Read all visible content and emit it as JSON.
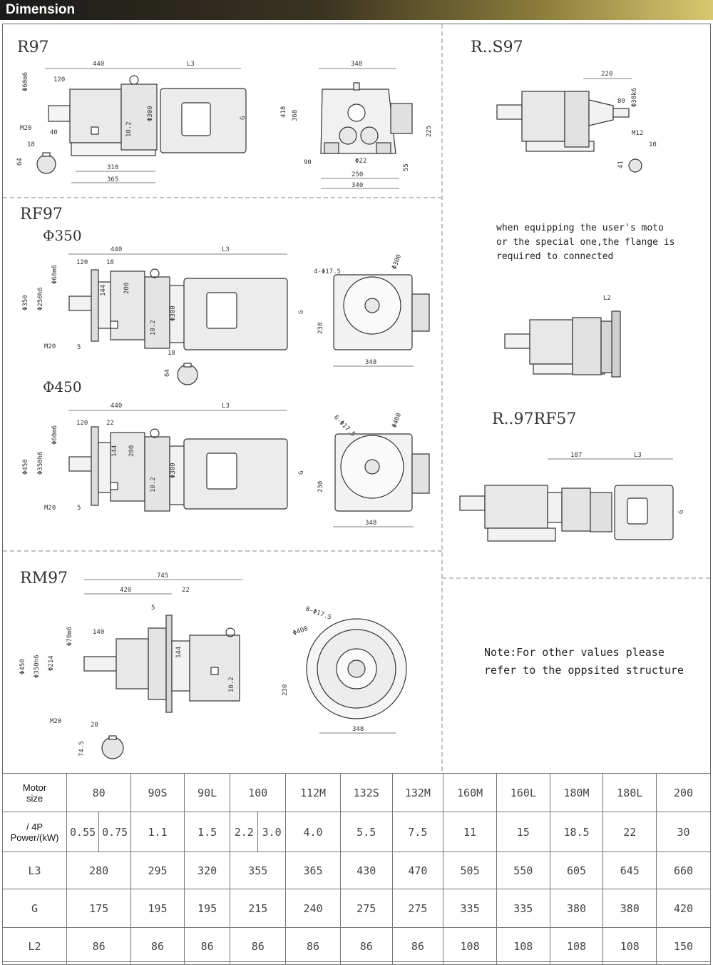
{
  "header": {
    "title": "Dimension"
  },
  "labels": {
    "r97": "R97",
    "rs97": "R..S97",
    "rf97": "RF97",
    "phi350": "Φ350",
    "phi450": "Φ450",
    "r97rf57": "R..97RF57",
    "rm97": "RM97"
  },
  "notes": {
    "flange": "when equipping the user's moto\nor the special one,the flange is\nrequired to connected",
    "other": "Note:For other values please\nrefer to the oppsited structure"
  },
  "dims": {
    "r97": [
      "440",
      "L3",
      "120",
      "Φ60m6",
      "M20",
      "40",
      "18",
      "64",
      "310",
      "365",
      "10.2",
      "Φ300",
      "G",
      "348",
      "418",
      "368",
      "225",
      "90",
      "Φ22",
      "250",
      "340",
      "55"
    ],
    "rs97": [
      "220",
      "80",
      "Φ38k6",
      "M12",
      "10",
      "41"
    ],
    "rf97_350": [
      "440",
      "L3",
      "120",
      "18",
      "Φ60m6",
      "Φ350",
      "Φ250h6",
      "144",
      "200",
      "Φ300",
      "10.2",
      "G",
      "M20",
      "5",
      "18",
      "64",
      "4-Φ17.5",
      "Φ300",
      "230",
      "348"
    ],
    "rf97_450": [
      "440",
      "L3",
      "120",
      "22",
      "Φ60m6",
      "Φ450",
      "Φ350h6",
      "144",
      "200",
      "Φ300",
      "10.2",
      "G",
      "M20",
      "5",
      "6-Φ17.5",
      "Φ400",
      "230",
      "348"
    ],
    "l2": "L2",
    "r97rf57": [
      "187",
      "L3",
      "G"
    ],
    "rm97": [
      "745",
      "420",
      "22",
      "5",
      "140",
      "Φ70m6",
      "Φ450",
      "Φ350h6",
      "Φ214",
      "144",
      "10.2",
      "M20",
      "20",
      "74.5",
      "8-Φ17.5",
      "Φ400",
      "230",
      "348"
    ]
  },
  "table": {
    "row_labels": {
      "motor": "Motor\nsize",
      "power": "/ 4P\nPower/(kW)",
      "l3": "L3",
      "g": "G",
      "l2": "L2"
    },
    "motor_sizes": [
      "80",
      "90S",
      "90L",
      "100",
      "112M",
      "132S",
      "132M",
      "160M",
      "160L",
      "180M",
      "180L",
      "200"
    ],
    "power": [
      "0.55",
      "0.75",
      "1.1",
      "1.5",
      "2.2",
      "3.0",
      "4.0",
      "5.5",
      "7.5",
      "11",
      "15",
      "18.5",
      "22",
      "30"
    ],
    "l3": [
      "280",
      "295",
      "320",
      "355",
      "365",
      "430",
      "470",
      "505",
      "550",
      "605",
      "645",
      "660"
    ],
    "g": [
      "175",
      "195",
      "195",
      "215",
      "240",
      "275",
      "275",
      "335",
      "335",
      "380",
      "380",
      "420"
    ],
    "l2": [
      "86",
      "86",
      "86",
      "86",
      "86",
      "86",
      "86",
      "108",
      "108",
      "108",
      "108",
      "150"
    ]
  }
}
